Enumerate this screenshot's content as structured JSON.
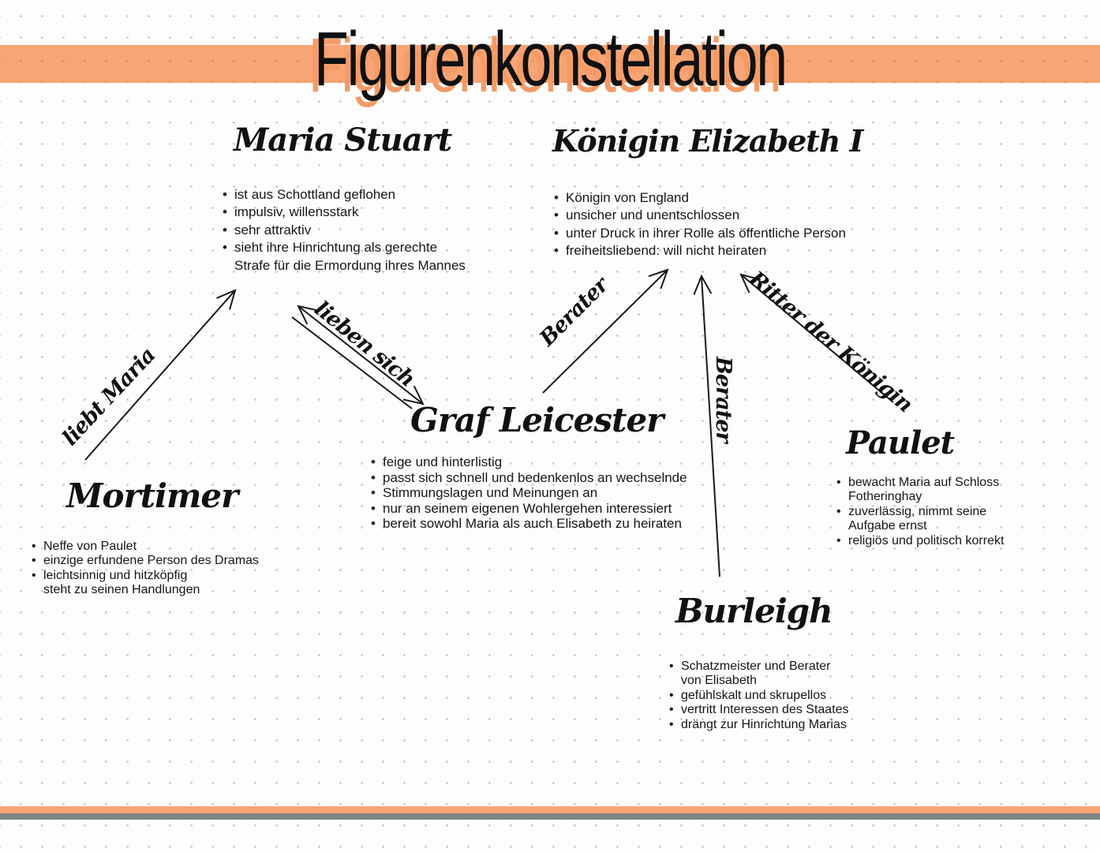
{
  "title": "Figurenkonstellation",
  "colors": {
    "accent_orange": "#F8A575",
    "title_shadow_orange": "#F49B66",
    "footer_gray": "#7F8486",
    "ink": "#1A1A1A",
    "dot_grid": "#D0D0D0"
  },
  "characters": [
    {
      "name": "Maria Stuart",
      "traits": [
        "ist aus Schottland geflohen",
        "impulsiv, willensstark",
        "sehr attraktiv",
        "sieht ihre Hinrichtung als gerechte",
        "Strafe für die Ermordung ihres Mannes"
      ]
    },
    {
      "name": "Königin Elizabeth I",
      "traits": [
        "Königin von England",
        "unsicher und unentschlossen",
        "unter Druck in ihrer Rolle als öffentliche Person",
        "freiheitsliebend: will nicht heiraten"
      ]
    },
    {
      "name": "Graf Leicester",
      "traits": [
        "feige und hinterlistig",
        "passt sich schnell und bedenkenlos an wechselnde",
        "Stimmungslagen und Meinungen an",
        "nur an seinem eigenen Wohlergehen interessiert",
        "bereit sowohl Maria als auch Elisabeth zu heiraten"
      ]
    },
    {
      "name": "Mortimer",
      "traits": [
        "Neffe von Paulet",
        "einzige erfundene Person des Dramas",
        "leichtsinnig und hitzköpfig",
        "steht zu seinen Handlungen"
      ]
    },
    {
      "name": "Paulet",
      "traits": [
        "bewacht Maria auf Schloss",
        "Fotheringhay",
        "zuverlässig, nimmt seine",
        "Aufgabe ernst",
        "religiös und politisch korrekt"
      ]
    },
    {
      "name": "Burleigh",
      "traits": [
        "Schatzmeister und Berater",
        "von Elisabeth",
        "gefühlskalt und skrupellos",
        "vertritt Interessen des Staates",
        "drängt zur Hinrichtung Marias"
      ]
    }
  ],
  "relations": [
    {
      "label": "liebt Maria",
      "from": "Mortimer",
      "to": "Maria Stuart"
    },
    {
      "label": "lieben sich",
      "from": "Maria Stuart",
      "to": "Graf Leicester",
      "bidirectional": true
    },
    {
      "label": "Berater",
      "from": "Graf Leicester",
      "to": "Königin Elizabeth I"
    },
    {
      "label": "Berater",
      "from": "Burleigh",
      "to": "Königin Elizabeth I"
    },
    {
      "label": "Ritter der Königin",
      "from": "Paulet",
      "to": "Königin Elizabeth I"
    }
  ]
}
